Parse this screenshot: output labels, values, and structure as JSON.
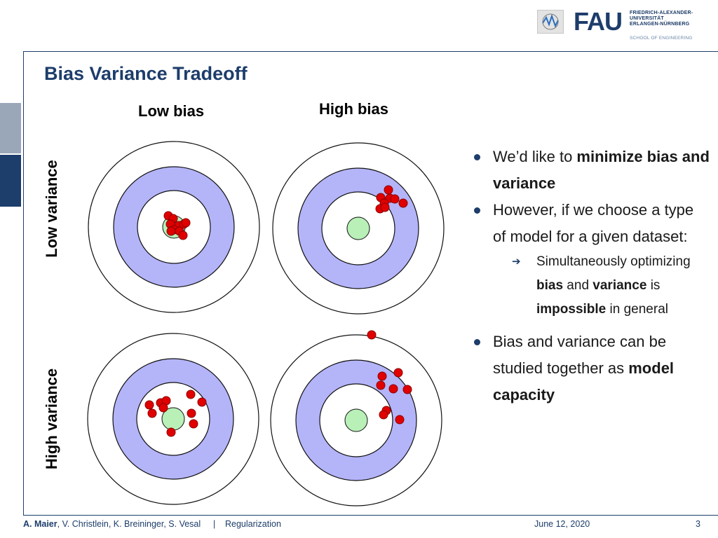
{
  "header": {
    "logo_text": "FAU",
    "university": [
      "FRIEDRICH-ALEXANDER-",
      "UNIVERSITÄT",
      "ERLANGEN-NÜRNBERG"
    ],
    "school": "SCHOOL OF ENGINEERING",
    "colors": {
      "brand": "#1d3d6b",
      "accent_light": "#9aa7b8"
    }
  },
  "slide": {
    "title": "Bias Variance Tradeoff",
    "col_labels": [
      "Low bias",
      "High bias"
    ],
    "row_labels": [
      "Low variance",
      "High variance"
    ],
    "target_colors": {
      "ring_band": "#b4b4f9",
      "bullseye": "#b8f0b8",
      "hit": "#e00000",
      "hit_outline": "#8b0000"
    },
    "bullets": [
      {
        "segments": [
          {
            "t": "We’d like to "
          },
          {
            "t": "minimize bias and variance",
            "b": true
          }
        ]
      },
      {
        "segments": [
          {
            "t": "However, if we choose a type of model for a given dataset:"
          }
        ]
      }
    ],
    "sub_bullets": [
      {
        "segments": [
          {
            "t": "Simultaneously optimizing "
          },
          {
            "t": "bias",
            "b": true
          },
          {
            "t": " and "
          },
          {
            "t": "variance",
            "b": true
          },
          {
            "t": " is "
          },
          {
            "t": "impossible",
            "b": true
          },
          {
            "t": " in general"
          }
        ]
      }
    ],
    "bullets_after": [
      {
        "segments": [
          {
            "t": "Bias and variance can be studied together as "
          },
          {
            "t": "model capacity",
            "b": true
          }
        ]
      }
    ]
  },
  "footer": {
    "authors_bold": "A. Maier",
    "authors_rest": ", V. Christlein, K. Breininger, S. Vesal",
    "separator": "|",
    "topic": "Regularization",
    "date": "June 12, 2020",
    "page_number": "3"
  }
}
